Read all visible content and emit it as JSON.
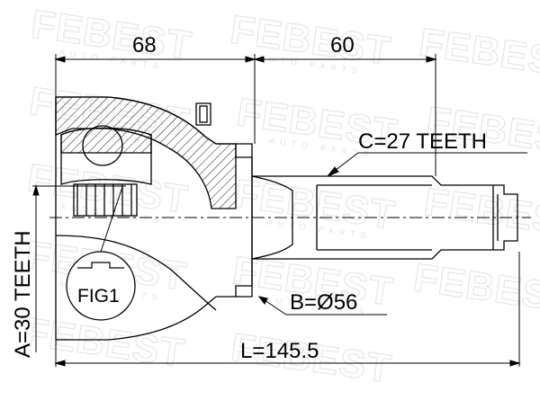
{
  "watermark": {
    "brand": "FEBEST",
    "sub": "AUTO PARTS"
  },
  "dimensions": {
    "length_top_left": "68",
    "length_top_right": "60",
    "outer_teeth": "C=27 TEETH",
    "inner_teeth": "A=30 TEETH",
    "seal_diameter": "B=Ø56",
    "total_length": "L=145.5"
  },
  "callout": {
    "label": "FIG1"
  }
}
